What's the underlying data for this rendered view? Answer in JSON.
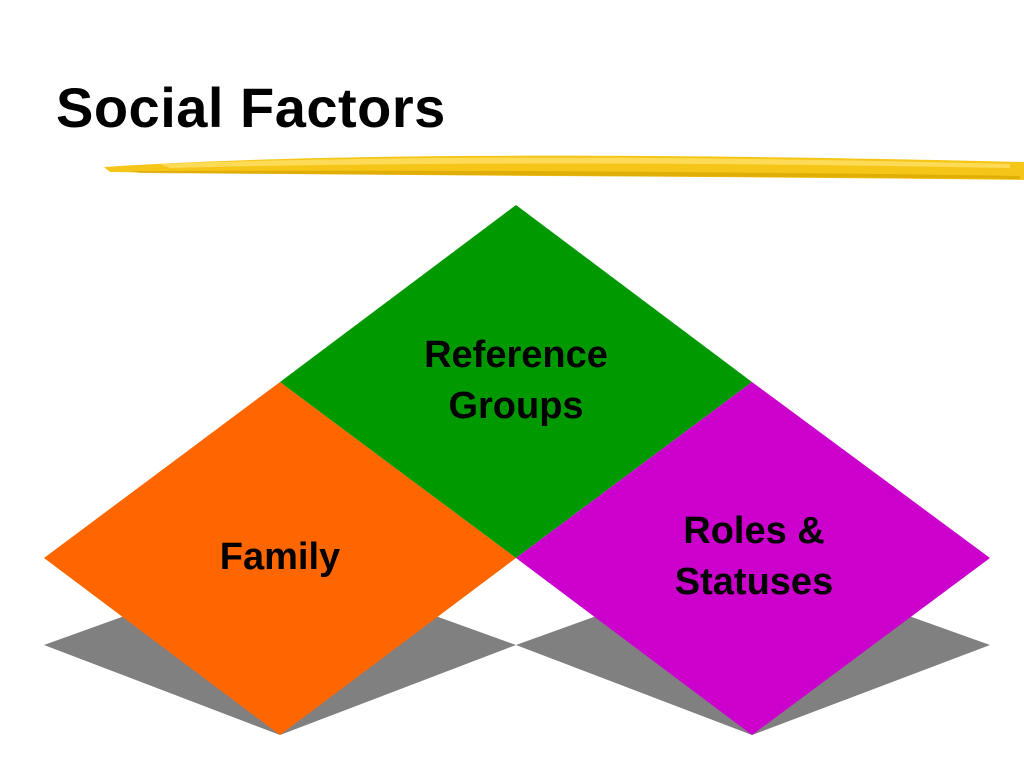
{
  "slide": {
    "title": "Social Factors"
  },
  "diagram": {
    "reference_groups": {
      "line1": "Reference",
      "line2": "Groups",
      "color": "#009900"
    },
    "family": {
      "label": "Family",
      "color": "#FF6600"
    },
    "roles_statuses": {
      "line1": "Roles &",
      "line2": "Statuses",
      "color": "#CC00CC"
    },
    "shadow_color": "#808080",
    "underline_color": "#F5C518"
  }
}
